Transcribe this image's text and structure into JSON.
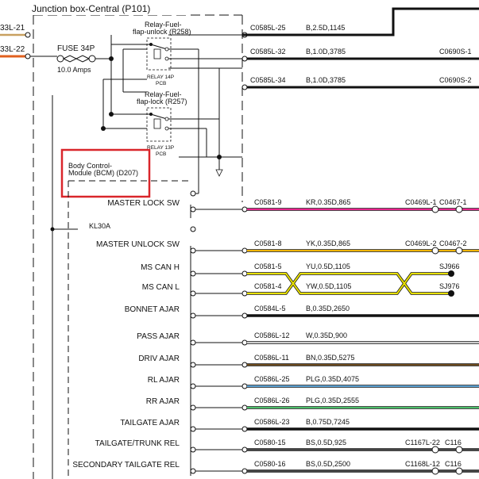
{
  "title": "Junction box-Central (P101)",
  "edge_labels": [
    "33L-21",
    "33L-22"
  ],
  "fuse": {
    "name": "FUSE 34P",
    "rating": "10.0 Amps"
  },
  "relays": [
    {
      "name_line1": "Relay-Fuel-",
      "name_line2": "flap-unlock (R258)",
      "pcb_line1": "RELAY 14P",
      "pcb_line2": "PCB"
    },
    {
      "name_line1": "Relay-Fuel-",
      "name_line2": "flap-lock (R257)",
      "pcb_line1": "RELAY 13P",
      "pcb_line2": "PCB"
    }
  ],
  "bcm": {
    "line1": "Body Control-",
    "line2": "Module (BCM) (D207)"
  },
  "kl30a": "KL30A",
  "top_wires": [
    {
      "pin": "C0585L-25",
      "spec": "B,2.5D,1145",
      "dest": ""
    },
    {
      "pin": "C0585L-32",
      "spec": "B,1.0D,3785",
      "dest": "C0690S-1"
    },
    {
      "pin": "C0585L-34",
      "spec": "B,1.0D,3785",
      "dest": "C0690S-2"
    }
  ],
  "signals": [
    {
      "label": "MASTER LOCK SW",
      "pin": "C0581-9",
      "spec": "KR,0.35D,865",
      "dest": "C0469L-1",
      "dest2": "C0467-1",
      "color": "#e8258e"
    },
    {
      "label": "MASTER UNLOCK SW",
      "pin": "C0581-8",
      "spec": "YK,0.35D,865",
      "dest": "C0469L-2",
      "dest2": "C0467-2",
      "color": "#f0b400"
    },
    {
      "label": "MS CAN H",
      "pin": "C0581-5",
      "spec": "YU,0.5D,1105",
      "dest": "SJ966",
      "dest2": "",
      "color": "#e8e000"
    },
    {
      "label": "MS CAN L",
      "pin": "C0581-4",
      "spec": "YW,0.5D,1105",
      "dest": "SJ976",
      "dest2": "",
      "color": "#e8e000"
    },
    {
      "label": "BONNET AJAR",
      "pin": "C0584L-5",
      "spec": "B,0.35D,2650",
      "dest": "",
      "dest2": "",
      "color": "#111111"
    },
    {
      "label": "PASS AJAR",
      "pin": "C0586L-12",
      "spec": "W,0.35D,900",
      "dest": "",
      "dest2": "",
      "color": "#cccccc"
    },
    {
      "label": "DRIV AJAR",
      "pin": "C0586L-11",
      "spec": "BN,0.35D,5275",
      "dest": "",
      "dest2": "",
      "color": "#6b4a1e"
    },
    {
      "label": "RL AJAR",
      "pin": "C0586L-25",
      "spec": "PLG,0.35D,4075",
      "dest": "",
      "dest2": "",
      "color": "#5a9fd0"
    },
    {
      "label": "RR AJAR",
      "pin": "C0586L-26",
      "spec": "PLG,0.35D,2555",
      "dest": "",
      "dest2": "",
      "color": "#4cbf6a"
    },
    {
      "label": "TAILGATE AJAR",
      "pin": "C0586L-23",
      "spec": "B,0.75D,7245",
      "dest": "",
      "dest2": "",
      "color": "#111111"
    },
    {
      "label": "TAILGATE/TRUNK REL",
      "pin": "C0580-15",
      "spec": "BS,0.5D,925",
      "dest": "C1167L-22",
      "dest2": "C116",
      "color": "#444444"
    },
    {
      "label": "SECONDARY TAILGATE REL",
      "pin": "C0580-16",
      "spec": "BS,0.5D,2500",
      "dest": "C1168L-12",
      "dest2": "C116",
      "color": "#444444"
    }
  ],
  "colors": {
    "highlight_box": "#d9262b",
    "wire_black": "#111111",
    "left_wire_orange": "#e0601e"
  }
}
